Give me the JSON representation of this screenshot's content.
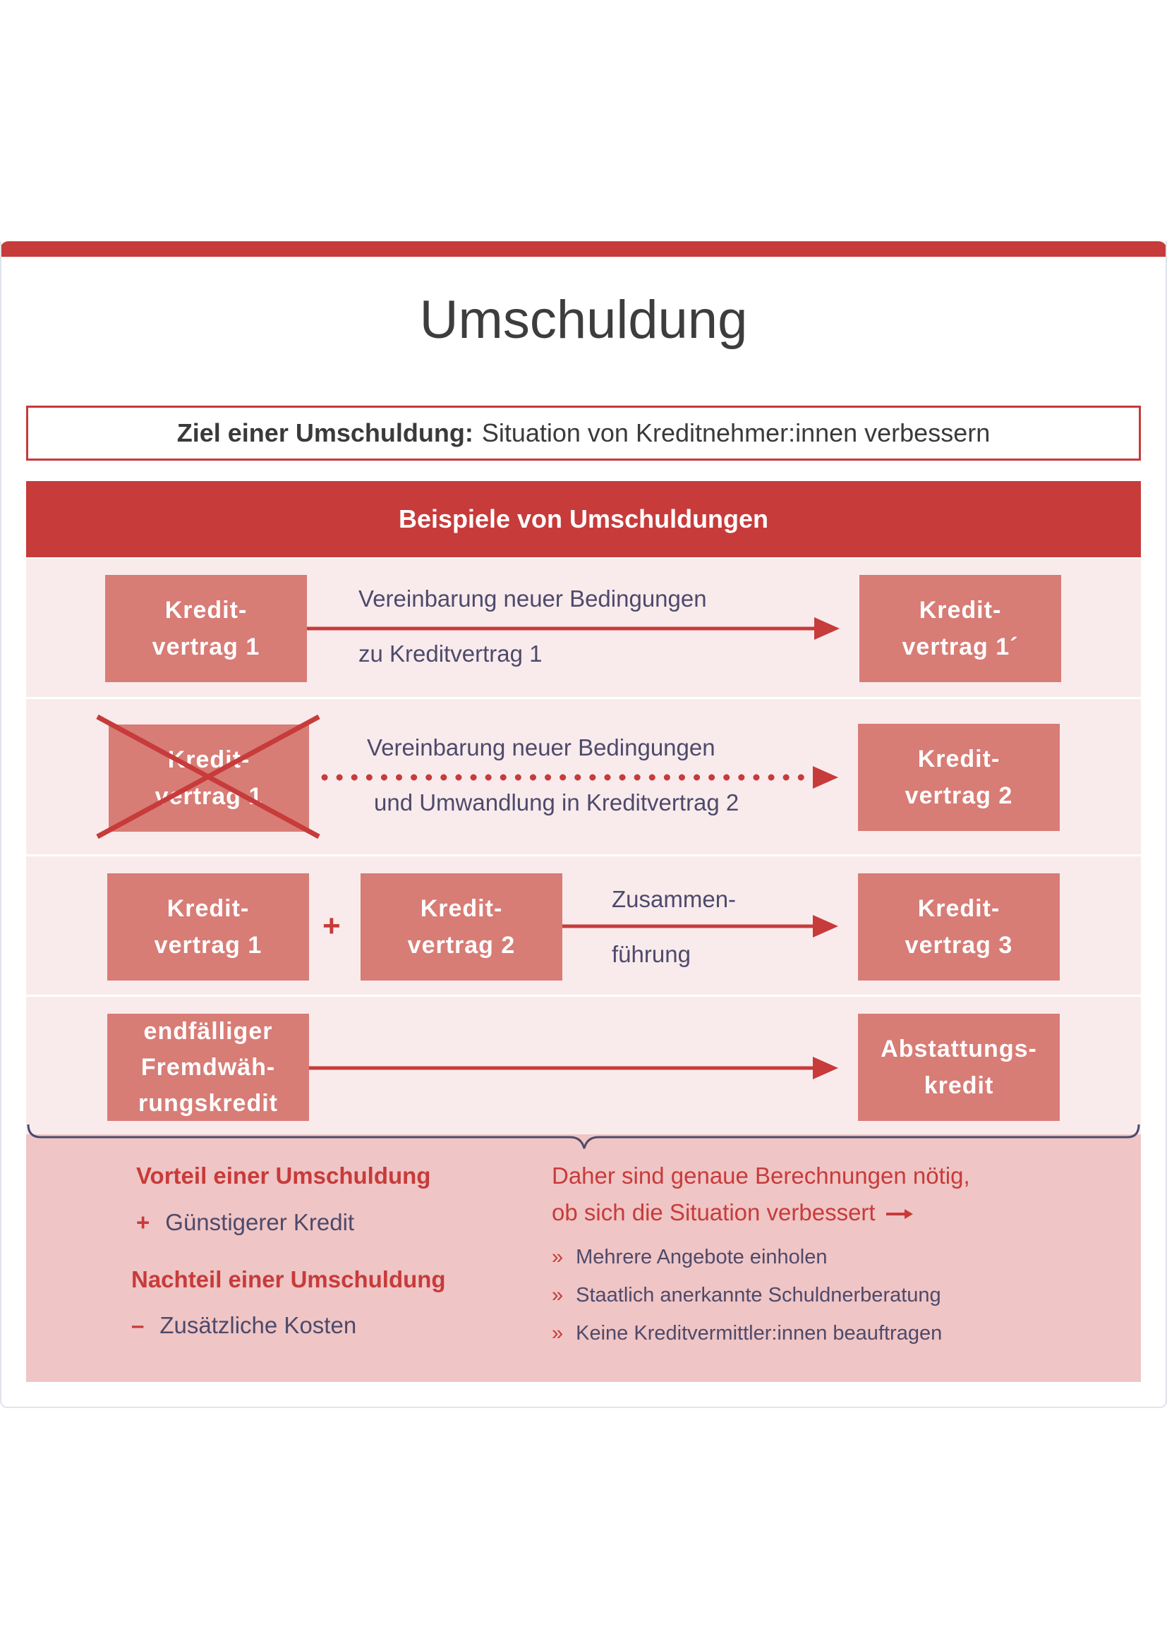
{
  "title": "Umschuldung",
  "goal": {
    "label": "Ziel einer Umschuldung:",
    "text": "Situation von Kreditnehmer:innen verbessern"
  },
  "examples_header": "Beispiele von Umschuldungen",
  "rows": [
    {
      "left_box": [
        "Kredit-",
        "vertrag 1"
      ],
      "label_top": "Vereinbarung neuer Bedingungen",
      "label_bottom": "zu Kreditvertrag 1",
      "right_box": [
        "Kredit-",
        "vertrag 1´"
      ]
    },
    {
      "left_box": [
        "Kredit-",
        "vertrag 1"
      ],
      "label_top": "Vereinbarung neuer Bedingungen",
      "label_bottom": "und Umwandlung in Kreditvertrag 2",
      "right_box": [
        "Kredit-",
        "vertrag 2"
      ]
    },
    {
      "left_box": [
        "Kredit-",
        "vertrag 1"
      ],
      "plus": "+",
      "middle_box": [
        "Kredit-",
        "vertrag 2"
      ],
      "label_top": "Zusammen-",
      "label_bottom": "führung",
      "right_box": [
        "Kredit-",
        "vertrag 3"
      ]
    },
    {
      "left_box": [
        "endfälliger",
        "Fremdwäh-",
        "rungskredit"
      ],
      "right_box": [
        "Abstattungs-",
        "kredit"
      ]
    }
  ],
  "advantage": {
    "heading": "Vorteil einer Umschuldung",
    "mark": "+",
    "item": "Günstigerer Kredit"
  },
  "disadvantage": {
    "heading": "Nachteil einer Umschuldung",
    "mark": "–",
    "item": "Zusätzliche Kosten"
  },
  "conclusion": {
    "line1": "Daher sind genaue Berechnungen nötig,",
    "line2": "ob sich die Situation verbessert",
    "bullet_mark": "»",
    "bullets": [
      "Mehrere Angebote einholen",
      "Staatlich anerkannte Schuldnerberatung",
      "Keine Kreditvermittler:innen beauftragen"
    ]
  },
  "colors": {
    "accent": "#c73b3b",
    "box": "#d87c76",
    "row_bg": "#f9ebec",
    "bottom_bg": "#f0c5c5",
    "text_dark": "#4d4a6b"
  }
}
